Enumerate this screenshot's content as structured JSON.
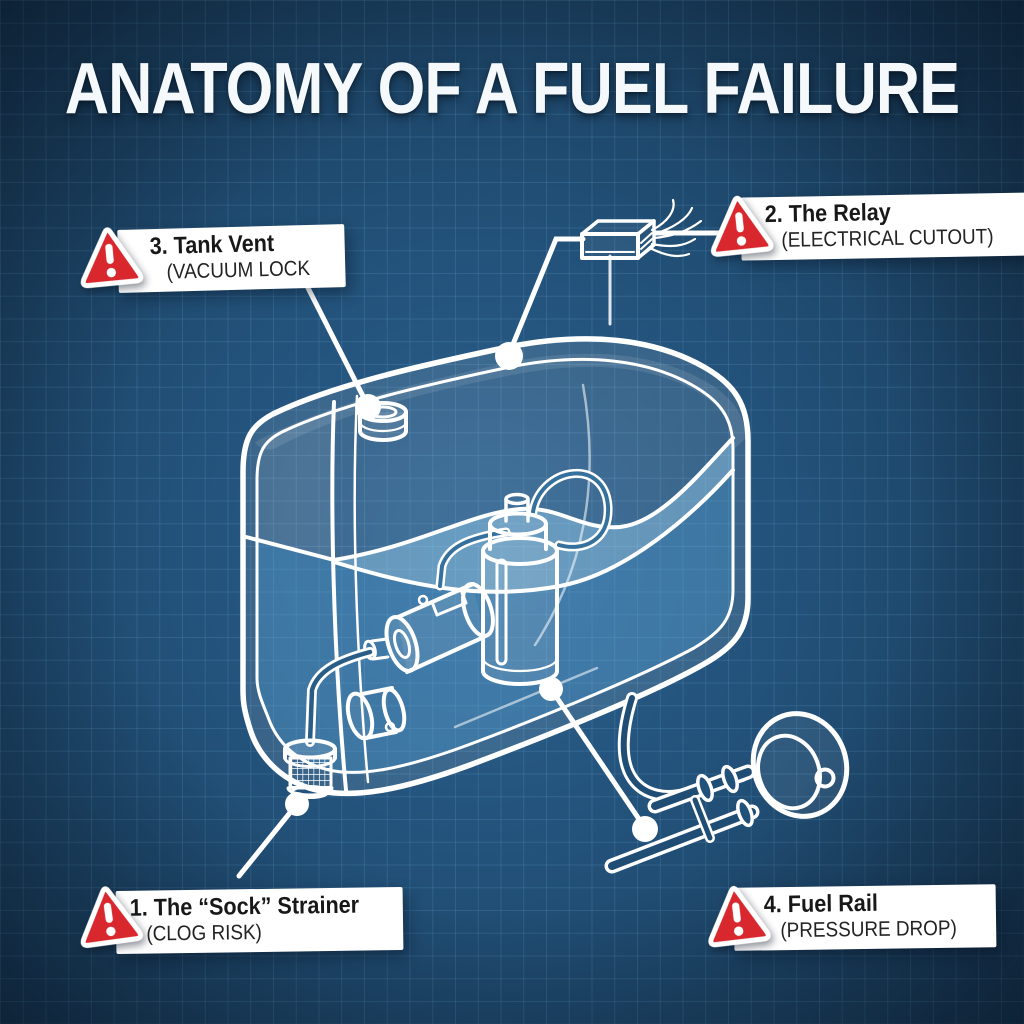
{
  "title": "ANATOMY OF A FUEL FAILURE",
  "callouts": {
    "sock_strainer": {
      "heading": "1. The “Sock” Strainer",
      "sub": "(CLOG RISK)"
    },
    "relay": {
      "heading": "2. The Relay",
      "sub": "(ELECTRICAL CUTOUT)"
    },
    "tank_vent": {
      "heading": "3. Tank Vent",
      "sub": "(VACUUM LOCK"
    },
    "fuel_rail": {
      "heading": "4. Fuel Rail",
      "sub": "(PRESSURE DROP)"
    }
  },
  "diagram": {
    "style": "blueprint-schematic",
    "components": [
      "fuel-tank",
      "tank-vent",
      "relay",
      "fuel-pump-module",
      "fuel-filter",
      "sock-strainer",
      "fuel-rail",
      "fuel-lines"
    ]
  },
  "colors": {
    "background": "#214f76",
    "grid_line": "#7dbee6",
    "line_work": "#ffffff",
    "fuel_fill": "#7fbce4",
    "warning_red": "#d8282e",
    "label_bg": "#ffffff",
    "label_text": "#181818"
  }
}
